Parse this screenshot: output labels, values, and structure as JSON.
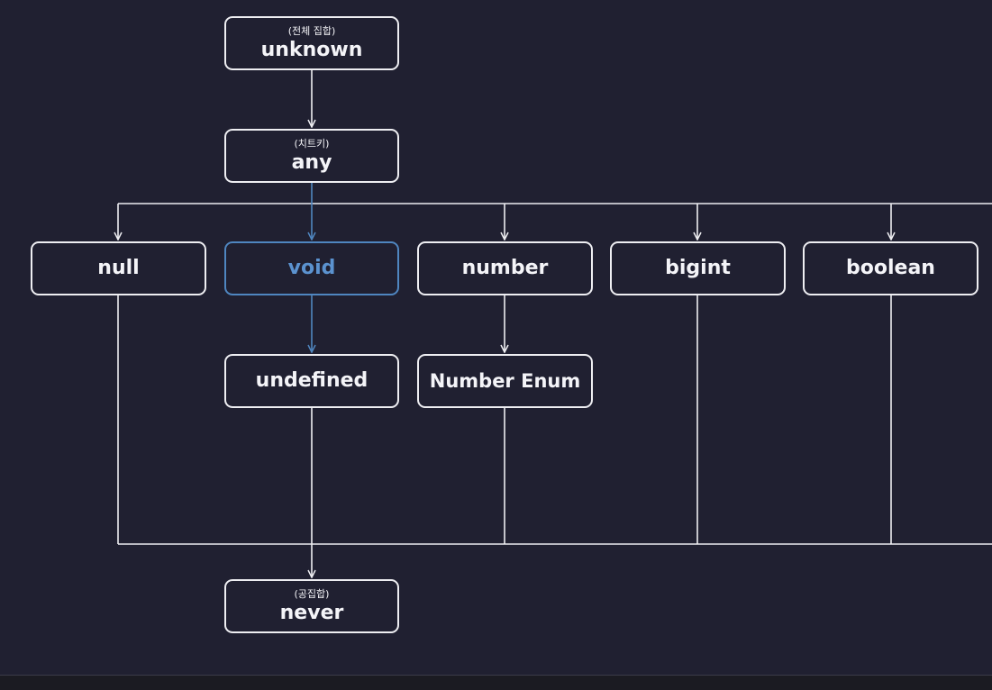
{
  "diagram": {
    "nodes": {
      "unknown": {
        "sub": "(전체 집합)",
        "label": "unknown"
      },
      "any": {
        "sub": "(치트키)",
        "label": "any"
      },
      "null": {
        "label": "null"
      },
      "void": {
        "label": "void"
      },
      "number": {
        "label": "number"
      },
      "bigint": {
        "label": "bigint"
      },
      "boolean": {
        "label": "boolean"
      },
      "undefined": {
        "label": "undefined"
      },
      "numberEnum": {
        "label": "Number Enum"
      },
      "never": {
        "sub": "(공집합)",
        "label": "never"
      }
    },
    "edges": [
      [
        "unknown",
        "any"
      ],
      [
        "any",
        "null"
      ],
      [
        "any",
        "void"
      ],
      [
        "any",
        "number"
      ],
      [
        "any",
        "bigint"
      ],
      [
        "any",
        "boolean"
      ],
      [
        "void",
        "undefined"
      ],
      [
        "number",
        "numberEnum"
      ],
      [
        "null",
        "never"
      ],
      [
        "undefined",
        "never"
      ],
      [
        "numberEnum",
        "never"
      ],
      [
        "bigint",
        "never"
      ],
      [
        "boolean",
        "never"
      ]
    ],
    "highlight_path": [
      "any",
      "void",
      "undefined"
    ],
    "colors": {
      "background": "#202031",
      "line": "#eeeef2",
      "highlight": "#4f86c0"
    }
  }
}
